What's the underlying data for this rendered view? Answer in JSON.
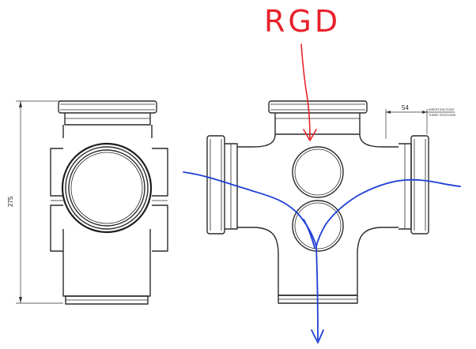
{
  "annotation": {
    "handwritten_label": "RGD",
    "ink_color_red": "#e8212a",
    "ink_color_blue": "#1f3fd6"
  },
  "dimensions": {
    "height": "275",
    "insertion": "54",
    "insertion_note_line1": "INSERTION POINT",
    "insertion_note_line2": "THREE POSITIONS"
  }
}
